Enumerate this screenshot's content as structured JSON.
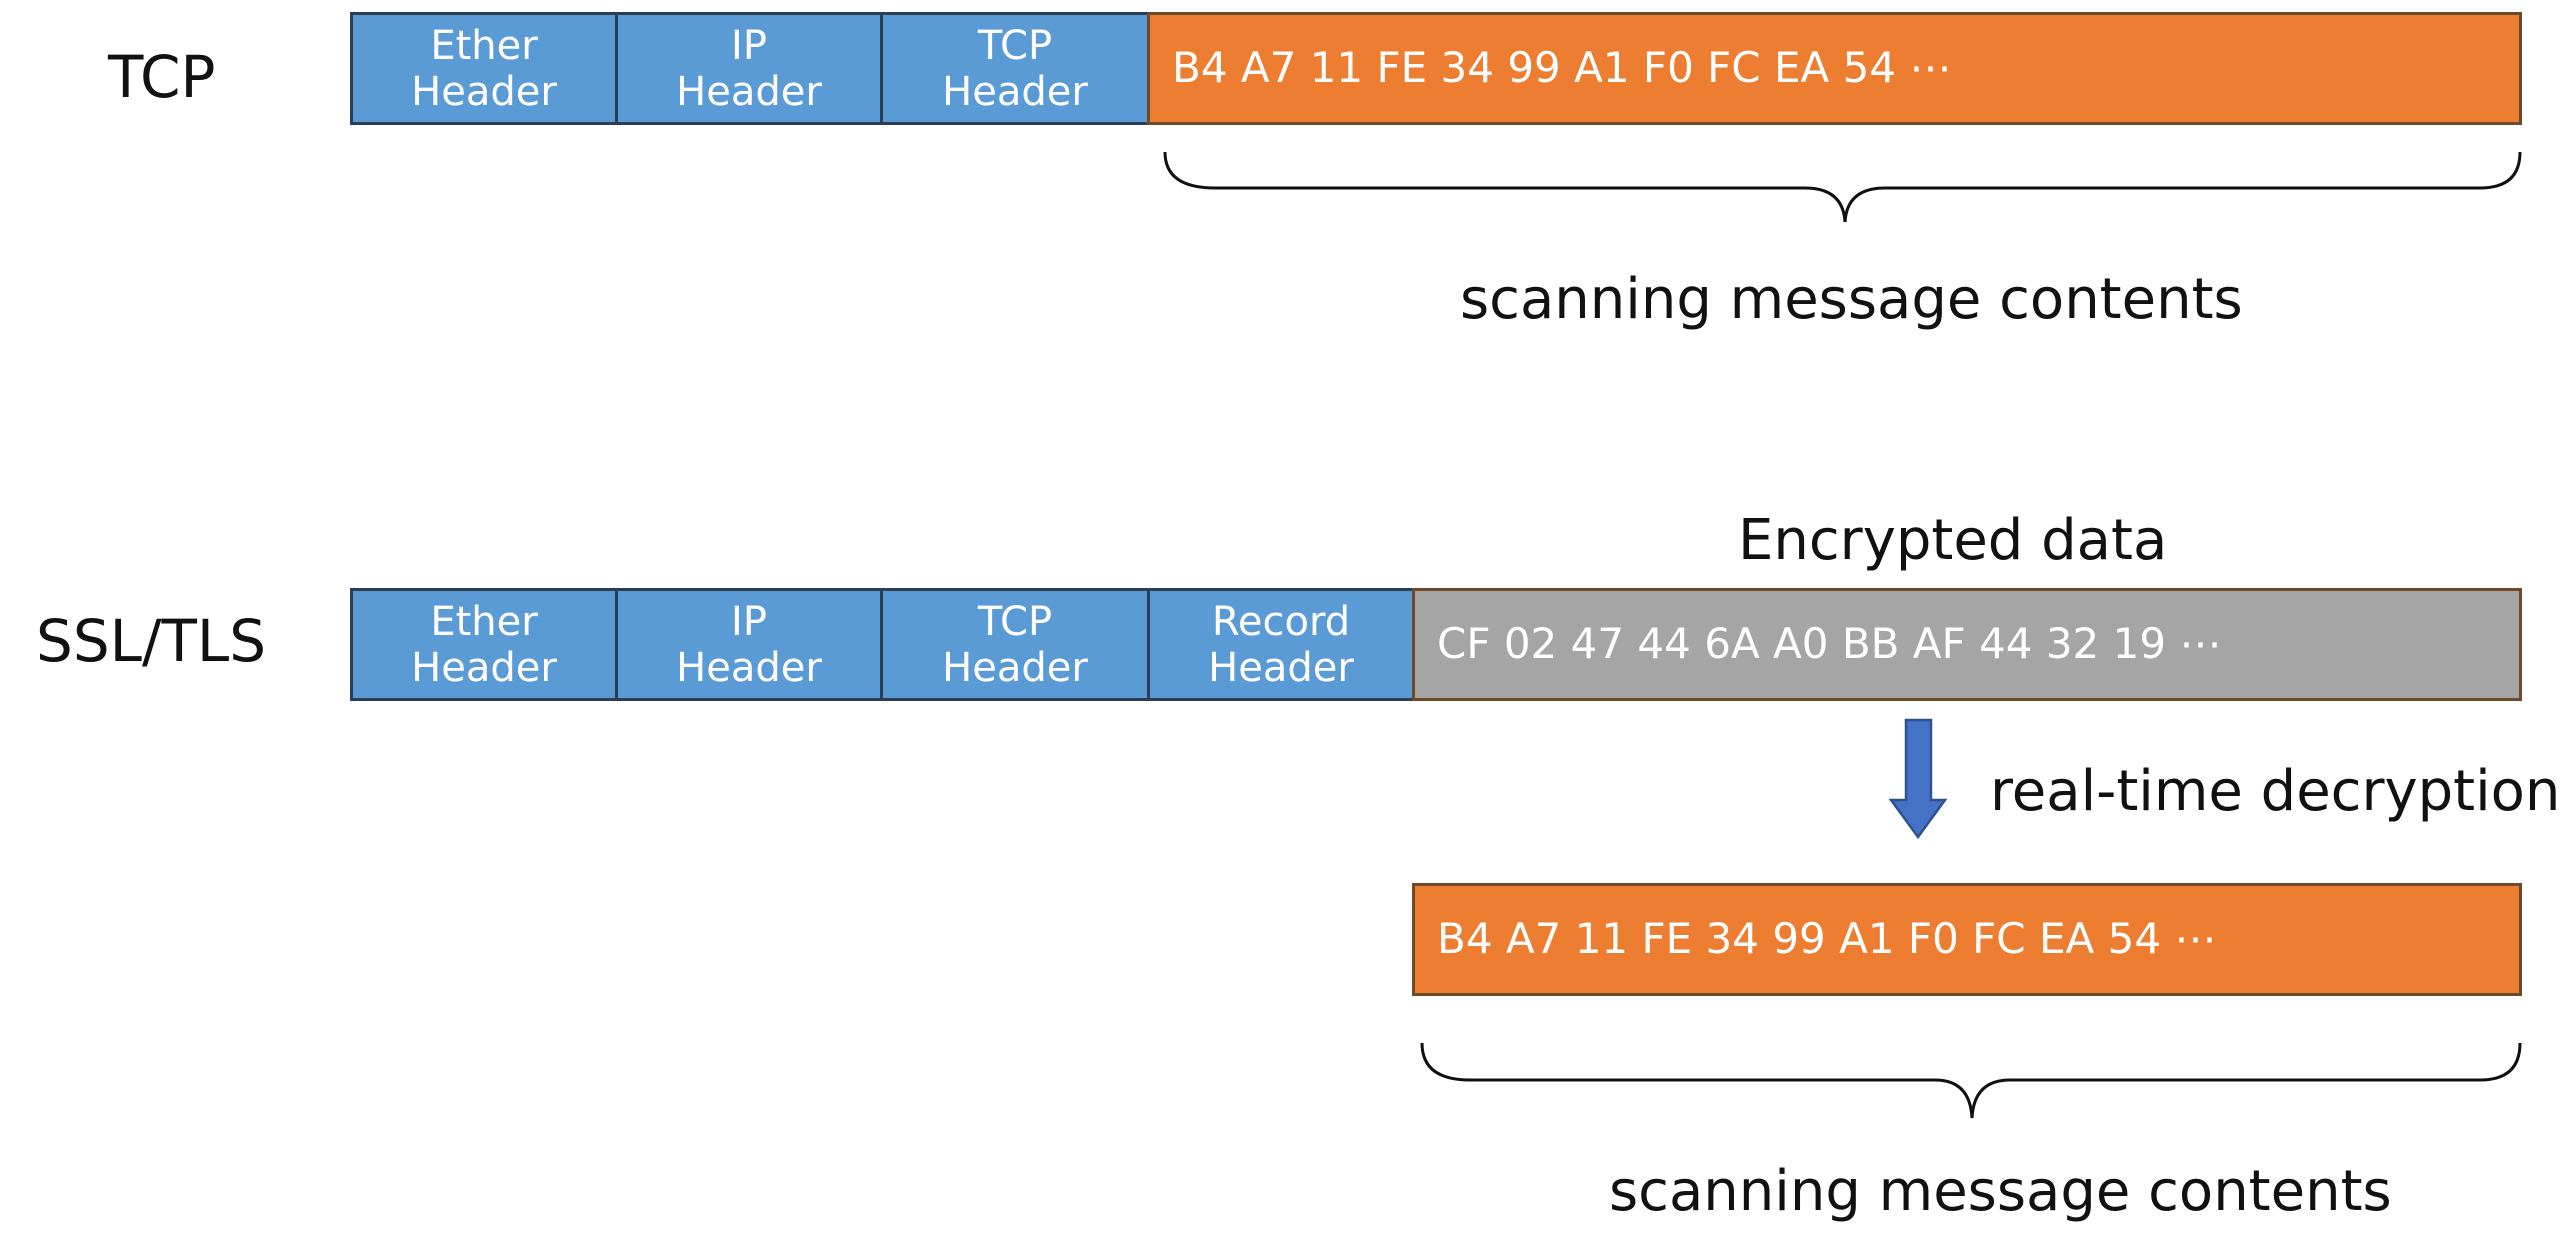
{
  "tcp": {
    "label": "TCP",
    "headers": [
      {
        "line1": "Ether",
        "line2": "Header"
      },
      {
        "line1": "IP",
        "line2": "Header"
      },
      {
        "line1": "TCP",
        "line2": "Header"
      }
    ],
    "payload": "B4 A7 11 FE 34 99 A1 F0 FC EA 54 ⋯",
    "brace_caption": "scanning message contents"
  },
  "tls": {
    "label": "SSL/TLS",
    "headers": [
      {
        "line1": "Ether",
        "line2": "Header"
      },
      {
        "line1": "IP",
        "line2": "Header"
      },
      {
        "line1": "TCP",
        "line2": "Header"
      },
      {
        "line1": "Record",
        "line2": "Header"
      }
    ],
    "encrypted_title": "Encrypted data",
    "encrypted_payload": "CF 02 47 44 6A A0 BB AF 44 32 19 ⋯",
    "decryption_label": "real-time decryption",
    "decrypted_payload": "B4 A7 11 FE 34 99 A1 F0 FC EA 54 ⋯",
    "brace_caption": "scanning message contents"
  },
  "colors": {
    "header_blue": "#5b9bd5",
    "plain_orange": "#ed7d31",
    "encrypted_gray": "#a5a5a5",
    "arrow_blue": "#4472c4"
  },
  "icons": {
    "decrypt_arrow": "down-arrow-icon",
    "brace": "curly-brace-icon"
  }
}
